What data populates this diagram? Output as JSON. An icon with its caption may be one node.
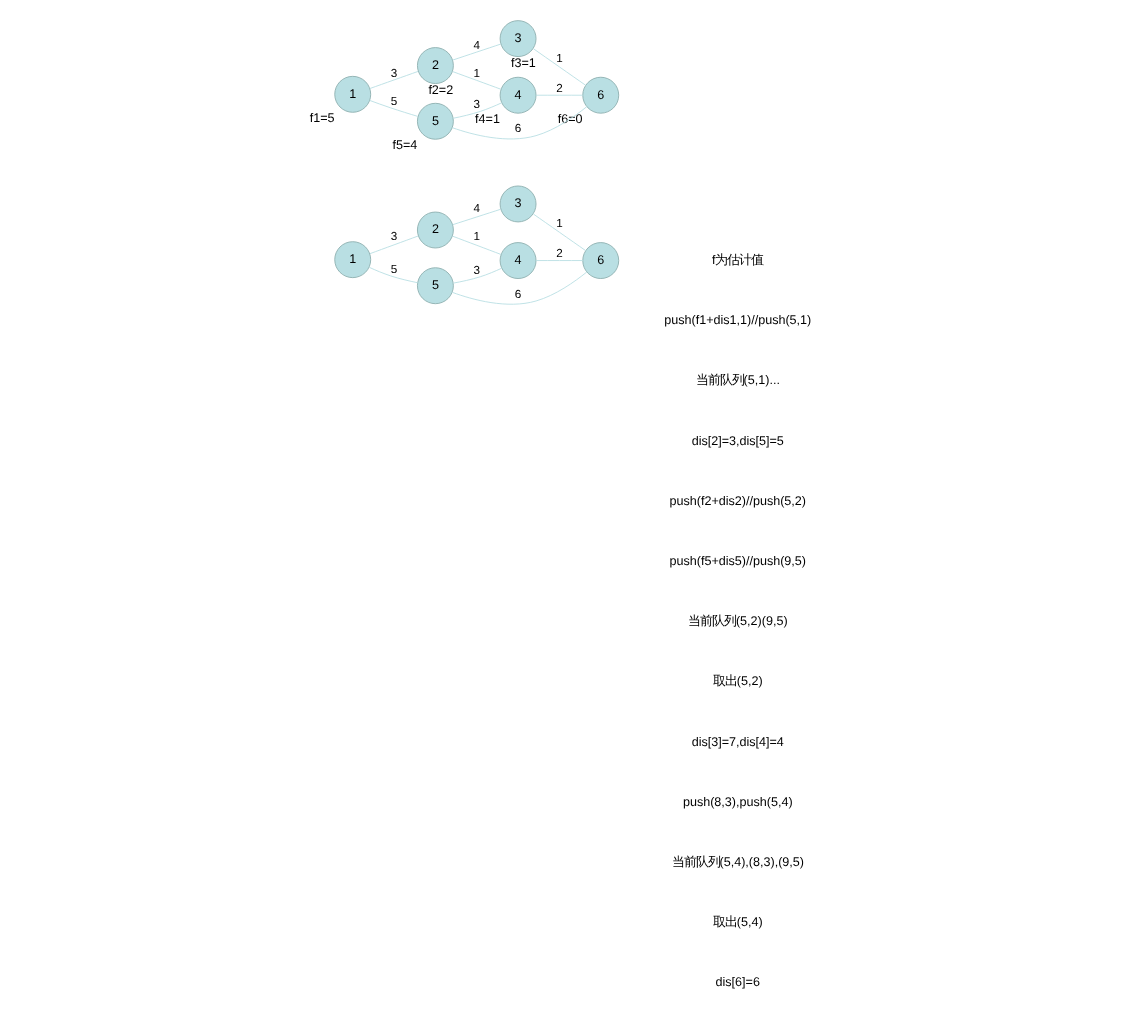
{
  "diagram": {
    "nodes": [
      {
        "text": [
          "3"
        ]
      },
      {
        "text": [
          "2"
        ]
      },
      {
        "text": [
          "4"
        ]
      },
      {
        "text": [
          "1"
        ]
      },
      {
        "text": [
          "5"
        ]
      },
      {
        "text": [
          "6"
        ]
      },
      {
        "text": [
          "3"
        ],
        "beside": [
          "f3=1"
        ]
      },
      {
        "text": [
          "2"
        ],
        "beside": [
          "f2=2"
        ]
      },
      {
        "text": [
          "4"
        ],
        "beside": [
          "f4=1"
        ]
      },
      {
        "text": [
          "1"
        ],
        "beside": [
          "f1=5"
        ]
      },
      {
        "text": [
          "5"
        ],
        "beside": [
          "f5=4"
        ]
      },
      {
        "text": [
          "6"
        ],
        "beside": [
          "f6=0"
        ]
      }
    ],
    "edges": [
      {
        "from": 3,
        "to": 1,
        "arrow": "none",
        "label": "3"
      },
      {
        "from": 1,
        "to": 0,
        "arrow": "none",
        "label": "4"
      },
      {
        "from": 1,
        "to": 2,
        "arrow": "none",
        "label": "1"
      },
      {
        "from": 3,
        "to": 4,
        "arrow": "none",
        "label": "5"
      },
      {
        "from": 4,
        "to": 2,
        "arrow": "none",
        "label": "3"
      },
      {
        "from": 2,
        "to": 5,
        "arrow": "none",
        "label": "2"
      },
      {
        "from": 0,
        "to": 5,
        "arrow": "none",
        "label": "1"
      },
      {
        "from": 4,
        "to": 5,
        "arrow": "none",
        "label": "6"
      },
      {
        "from": 9,
        "to": 7,
        "arrow": "none",
        "label": "3"
      },
      {
        "from": 7,
        "to": 6,
        "arrow": "none",
        "label": "4"
      },
      {
        "from": 7,
        "to": 8,
        "arrow": "none",
        "label": "1"
      },
      {
        "from": 9,
        "to": 10,
        "arrow": "none",
        "label": "5"
      },
      {
        "from": 10,
        "to": 8,
        "arrow": "none",
        "label": "3"
      },
      {
        "from": 8,
        "to": 11,
        "arrow": "none",
        "label": "2"
      },
      {
        "from": 6,
        "to": 11,
        "arrow": "none",
        "label": "1"
      },
      {
        "from": 10,
        "to": 11,
        "arrow": "none",
        "label": "6"
      }
    ],
    "labels": [
      "f为估计值",
      "push(f1+dis1,1)//push(5,1)",
      "当前队列(5,1)...",
      "dis[2]=3,dis[5]=5",
      "push(f2+dis2)//push(5,2)",
      "push(f5+dis5)//push(9,5)",
      "当前队列(5,2)(9,5)",
      "取出(5,2)",
      "dis[3]=7,dis[4]=4",
      "push(8,3),push(5,4)",
      "当前队列(5,4),(8,3),(9,5)",
      "取出(5,4)",
      "dis[6]=6"
    ]
  }
}
